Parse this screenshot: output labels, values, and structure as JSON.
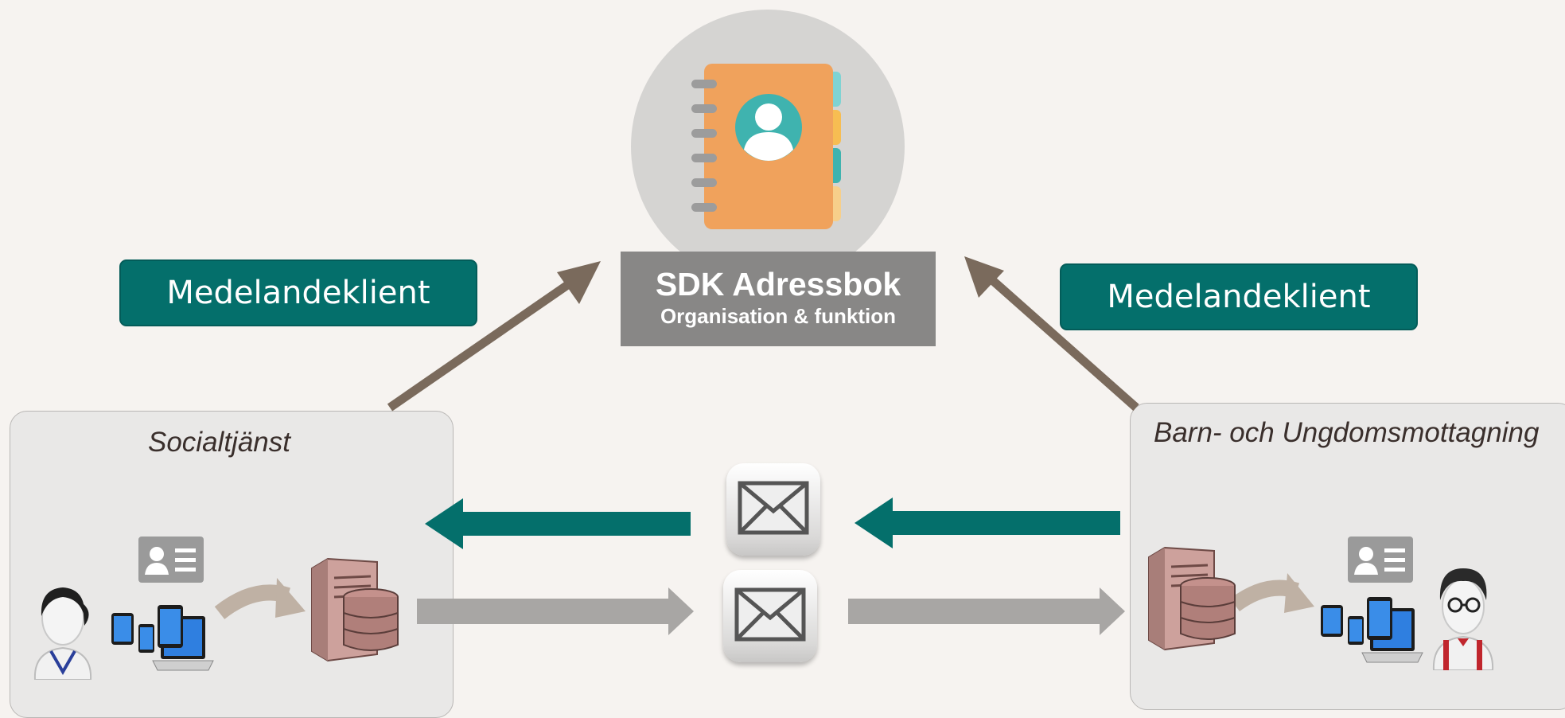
{
  "center": {
    "title": "SDK Adressbok",
    "subtitle": "Organisation & funktion",
    "icon": "address-book-icon"
  },
  "client_labels": {
    "left": "Medelandeklient",
    "right": "Medelandeklient"
  },
  "organizations": {
    "left": {
      "title": "Socialtjänst"
    },
    "right": {
      "title": "Barn- och Ungdomsmottagning"
    }
  },
  "icons": {
    "message": "envelope-icon",
    "contact_card": "contact-card-icon",
    "server": "database-server-icon",
    "devices": "devices-icon",
    "person": "user-icon"
  },
  "colors": {
    "teal": "#046f6b",
    "brown_arrow": "#7a6a5c",
    "gray_arrow": "#a8a6a4",
    "book_orange": "#f0a25c",
    "panel_bg": "#e9e8e7"
  }
}
